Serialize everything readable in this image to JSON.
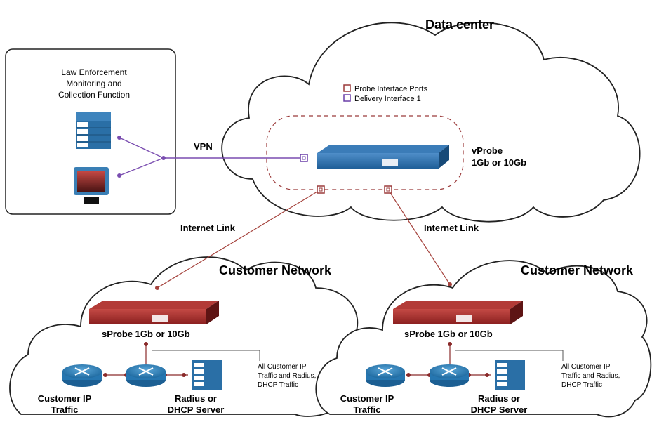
{
  "titles": {
    "data_center": "Data center",
    "customer_network_left": "Customer Network",
    "customer_network_right": "Customer Network"
  },
  "law_enforcement": {
    "line1": "Law Enforcement",
    "line2": "Monitoring and",
    "line3": "Collection Function"
  },
  "legend": {
    "probe_ports": "Probe Interface Ports",
    "delivery": "Delivery Interface 1"
  },
  "links": {
    "vpn": "VPN",
    "internet_left": "Internet Link",
    "internet_right": "Internet Link"
  },
  "vprobe": {
    "line1": "vProbe",
    "line2": "1Gb or 10Gb"
  },
  "sprobe": {
    "left": "sProbe 1Gb or 10Gb",
    "right": "sProbe 1Gb or 10Gb"
  },
  "traffic_note": {
    "line1": "All Customer IP",
    "line2": "Traffic and Radius,",
    "line3": "DHCP Traffic"
  },
  "customer_ip": {
    "line1": "Customer IP",
    "line2": "Traffic"
  },
  "server": {
    "line1": "Radius or",
    "line2": "DHCP Server"
  },
  "colors": {
    "probe_port": "#9b3a3a",
    "delivery_port": "#6a3fa8",
    "vprobe_blue": "#1e6aa6",
    "sprobe_red": "#9a2424",
    "link_purple": "#7a4db0",
    "link_red": "#a5423c"
  }
}
